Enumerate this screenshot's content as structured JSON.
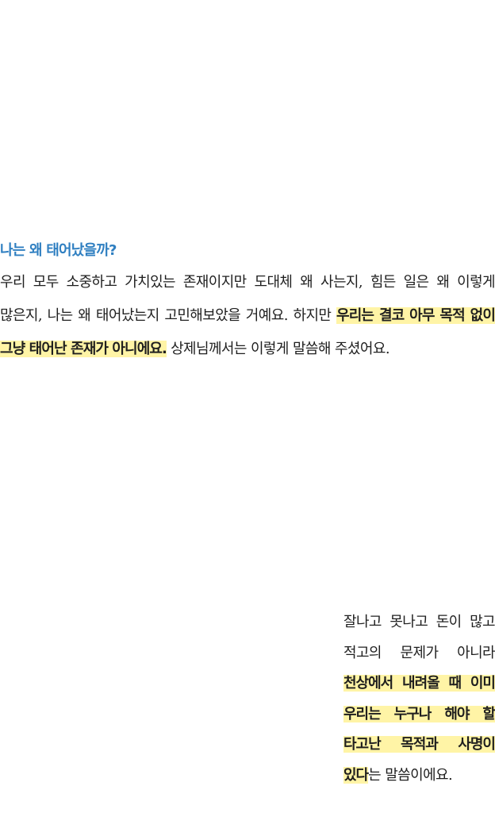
{
  "article": {
    "heading": "나는 왜 태어났을까?",
    "p1_part1": "우리 모두 소중하고 가치있는 존재이지만 도대체 왜 사는지, 힘든 일은 왜 이렇게 많은지, 나는 왜 태어났는지 고민해보았을 거예요. 하지만 ",
    "p1_highlight": "우리는 결코 아무 목적 없이 그냥 태어난 존재가 아니에요.",
    "p1_part2": " 상제님께서는 이렇게 말씀해 주셨어요."
  },
  "quote": {
    "part1": "잘나고 못나고 돈이 많고 적고의 문제가 아니라 ",
    "highlight": "천상에서 내려올 때 이미 우리는 누구나 해야 할 타고난 목적과 사명이 있다",
    "part2": "는 말씀이에요."
  },
  "colors": {
    "heading": "#2f7fc1",
    "highlight_bg": "#fff4a6",
    "text": "#1f1f1f"
  }
}
